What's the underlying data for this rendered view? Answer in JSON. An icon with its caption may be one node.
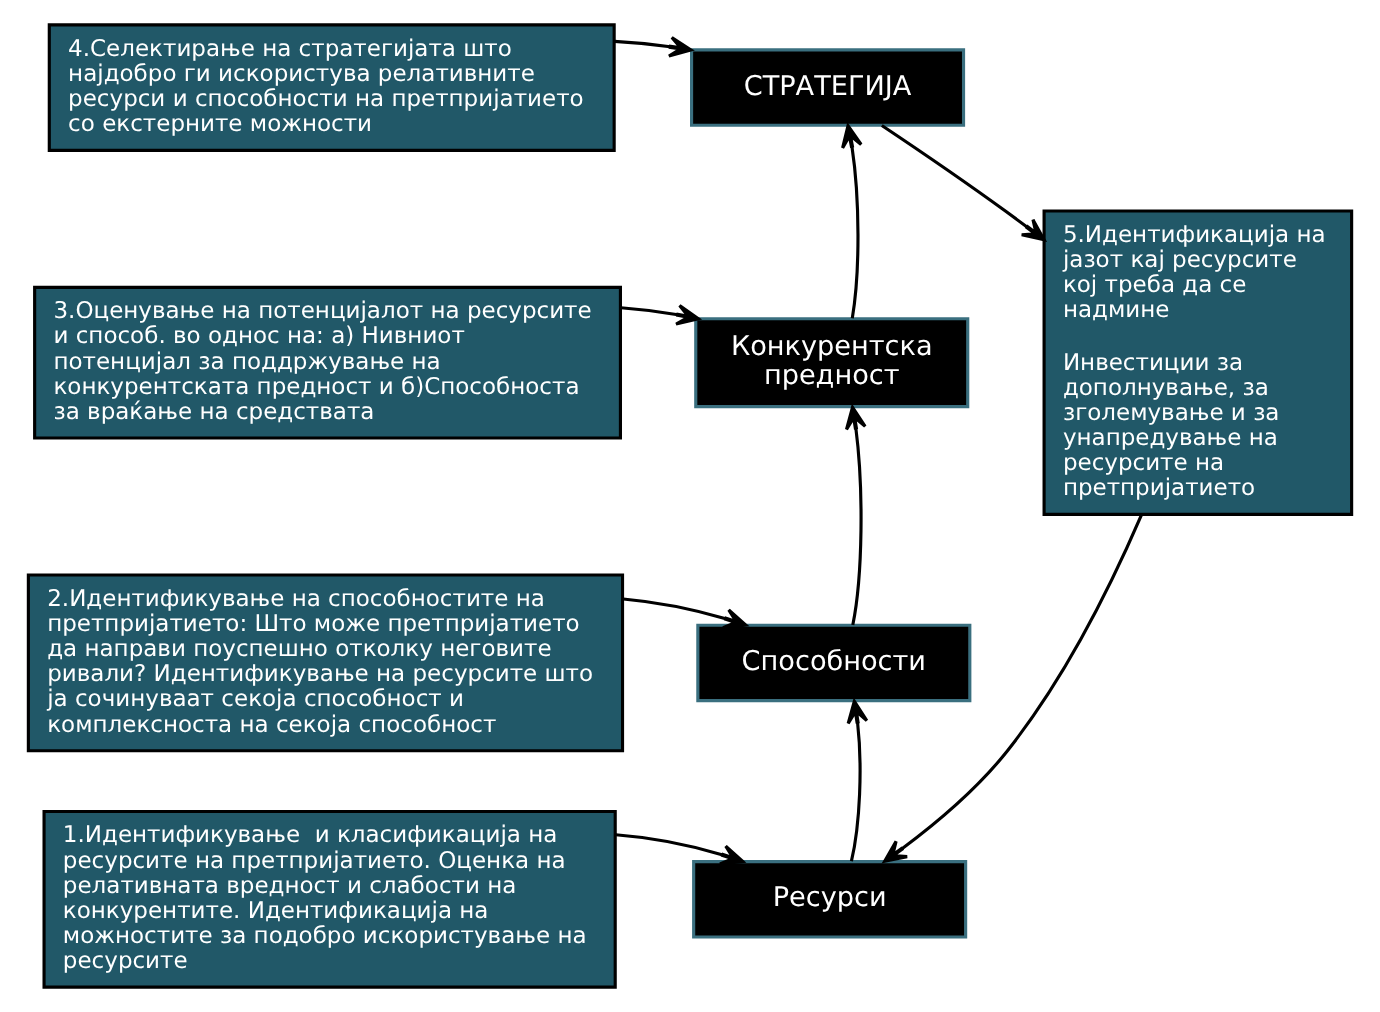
{
  "diagram": {
    "nodes": [
      {
        "text": [
          "4.Селектирање на стратегијата што најдобро ги искористува релативните ресурси и способности на претпријатието со екстерните можности"
        ]
      },
      {
        "text": [
          "СТРАТЕГИЈА"
        ]
      },
      {
        "text": [
          "3.Оценување на потенцијалот на ресурсите и способ. во однос на: а) Нивниот потенцијал за поддржување на конкурентската предност и б)Способноста за враќање на средствата"
        ]
      },
      {
        "text": [
          "Конкурентска предност"
        ]
      },
      {
        "text": [
          "5.Идентификација на јазот кај ресурсите кој треба да се надмине",
          "Инвестиции за дополнување, за зголемување и за унапредување на ресурсите на претпријатието"
        ]
      },
      {
        "text": [
          "2.Идентификување на способностите на претпријатието: Што може претпријатието да направи поуспешно отколку неговите ривали? Идентификување на ресурсите што ја сочинуваат секоја способност и комплексноста на секоја способност"
        ]
      },
      {
        "text": [
          "Способности"
        ]
      },
      {
        "text": [
          "1.Идентификување  и класификација на ресурсите на претпријатието. Оценка на релативната вредност и слабости на конкурентите. Идентификација на можностите за подобро искористување на ресурсите"
        ]
      },
      {
        "text": [
          "Ресурси"
        ]
      }
    ],
    "edges": [
      {
        "from": 0,
        "to": 1,
        "arrow": "to"
      },
      {
        "from": 2,
        "to": 3,
        "arrow": "to"
      },
      {
        "from": 5,
        "to": 6,
        "arrow": "to"
      },
      {
        "from": 7,
        "to": 8,
        "arrow": "to"
      },
      {
        "from": 8,
        "to": 6,
        "arrow": "to"
      },
      {
        "from": 6,
        "to": 3,
        "arrow": "to"
      },
      {
        "from": 3,
        "to": 1,
        "arrow": "to"
      },
      {
        "from": 1,
        "to": 4,
        "arrow": "to"
      },
      {
        "from": 4,
        "to": 8,
        "arrow": "to"
      }
    ]
  }
}
